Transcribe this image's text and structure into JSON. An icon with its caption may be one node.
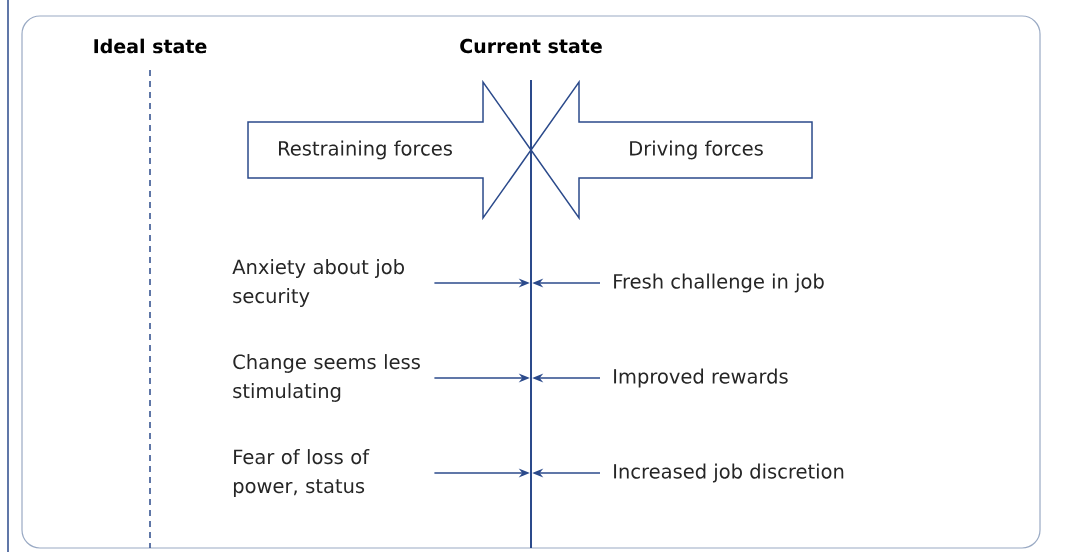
{
  "diagram": {
    "nodes": [
      {
        "text": [
          "Ideal state"
        ]
      },
      {
        "text": [
          "Current state"
        ]
      },
      {
        "text": [
          "Restraining forces"
        ]
      },
      {
        "text": [
          "Driving forces"
        ]
      },
      {
        "text": [
          "Anxiety about job security"
        ]
      },
      {
        "text": [
          "Change seems less stimulating"
        ]
      },
      {
        "text": [
          "Fear of loss of power, status"
        ]
      },
      {
        "text": [
          "Fresh challenge in job"
        ]
      },
      {
        "text": [
          "Improved rewards"
        ]
      },
      {
        "text": [
          "Increased job discretion"
        ]
      },
      {
        "text": [],
        "shape": "bar"
      }
    ],
    "edges": [
      {
        "from": 4,
        "to": 10,
        "arrow": "to"
      },
      {
        "from": 5,
        "to": 10,
        "arrow": "to"
      },
      {
        "from": 6,
        "to": 10,
        "arrow": "to"
      },
      {
        "from": 7,
        "to": 10,
        "arrow": "to"
      },
      {
        "from": 8,
        "to": 10,
        "arrow": "to"
      },
      {
        "from": 9,
        "to": 10,
        "arrow": "to"
      }
    ]
  }
}
